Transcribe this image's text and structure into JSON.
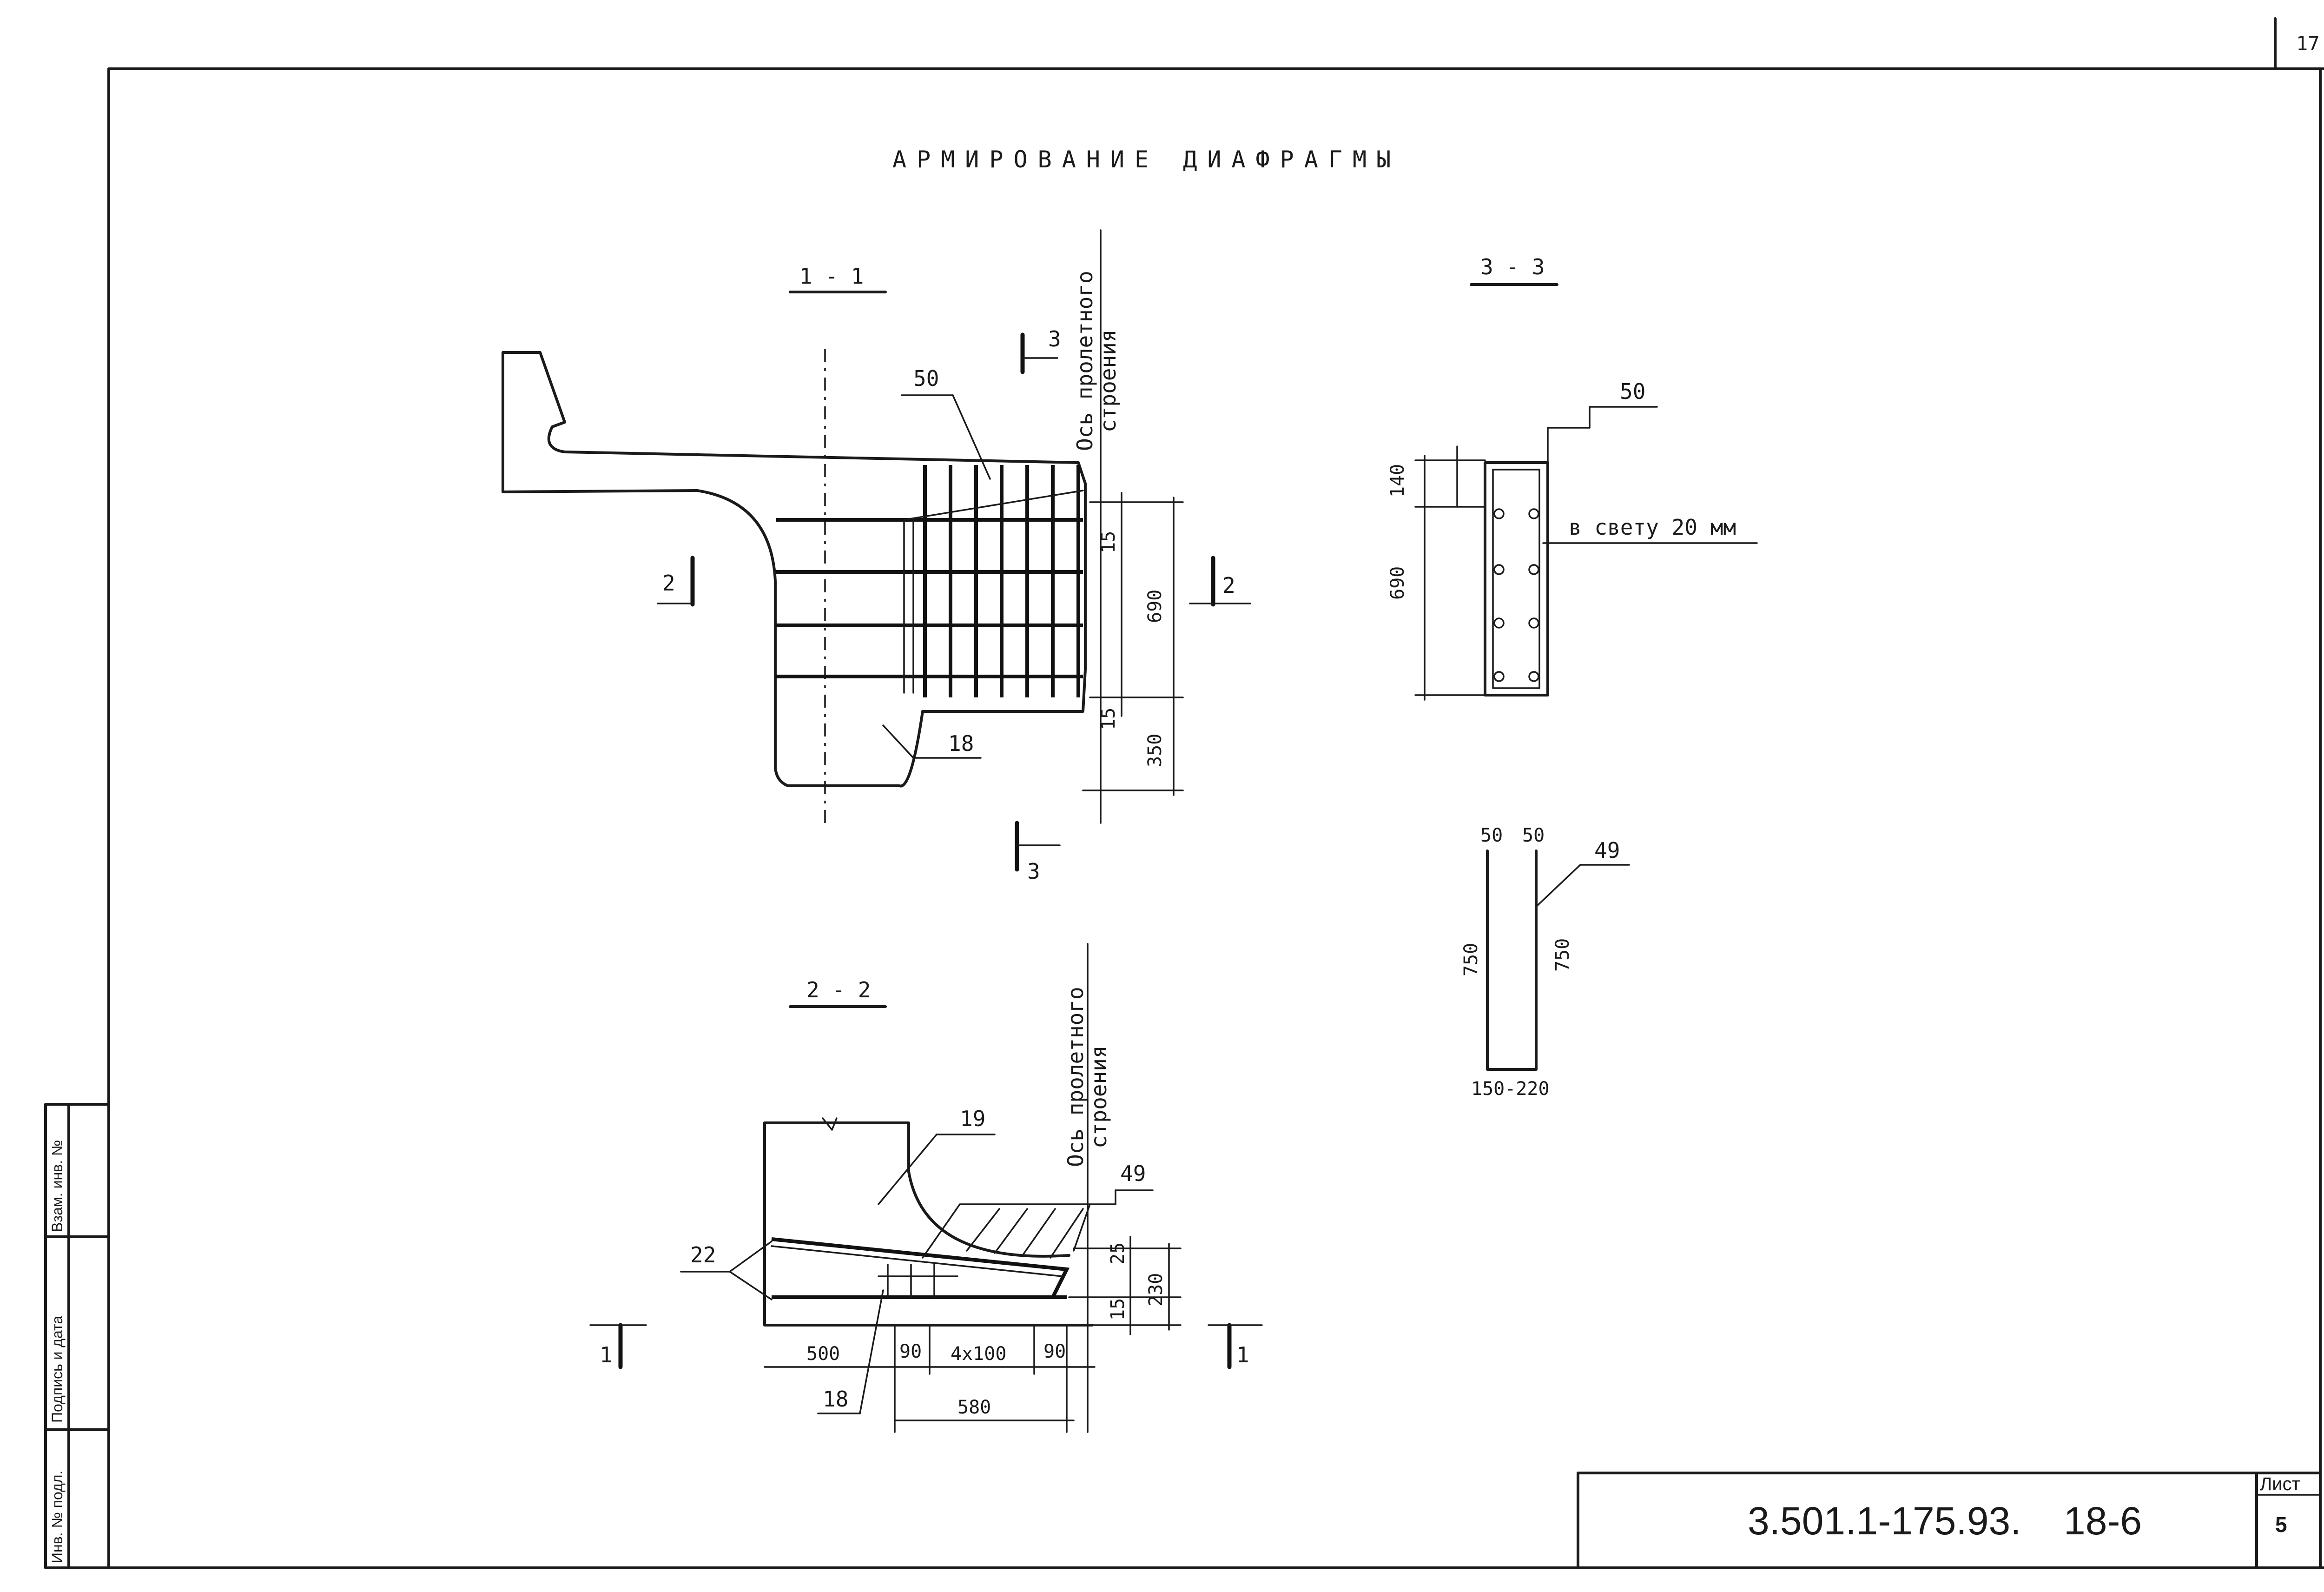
{
  "sheet": {
    "title": "АРМИРОВАНИЕ ДИАФРАГМЫ",
    "page_corner_number": "17",
    "designation": "3.501.1-175.93.",
    "sheet_code": "18-6",
    "sheet_label": "Лист",
    "sheet_number": "5"
  },
  "side_stamp": [
    "Инв. № подл.",
    "Подпись и дата",
    "Взам. инв. №"
  ],
  "sections": {
    "s11": {
      "label": "1 - 1",
      "axis_label": [
        "Ось пролетного",
        "строения"
      ],
      "cut_marks": [
        "3",
        "3",
        "2",
        "2"
      ],
      "callouts": [
        "50",
        "18"
      ],
      "dims": [
        "15",
        "690",
        "15",
        "350"
      ]
    },
    "s33": {
      "label": "3 - 3",
      "callouts": [
        "50"
      ],
      "note": "в свету 20 мм",
      "dims": [
        "140",
        "690"
      ]
    },
    "bar49": {
      "top_dims": [
        "50",
        "50"
      ],
      "left_dim": "750",
      "right_dim": "750",
      "bottom_dim": "150-220",
      "callout": "49"
    },
    "s22": {
      "label": "2 - 2",
      "axis_label": [
        "Ось пролетного",
        "строения"
      ],
      "cut_marks": [
        "1",
        "1"
      ],
      "callouts": [
        "19",
        "49",
        "22",
        "18"
      ],
      "dims": [
        "25",
        "230",
        "15",
        "500",
        "90",
        "4x100",
        "90",
        "580"
      ]
    }
  }
}
